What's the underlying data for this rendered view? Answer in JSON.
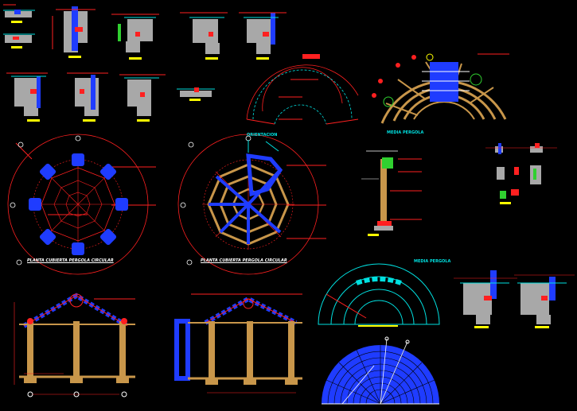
{
  "labels": {
    "orientacion": "ORIENTACION",
    "media_pergola_top": "MEDIA PERGOLA",
    "media_pergola_mid": "MEDIA PERGOLA",
    "planta_cubierta_1": "PLANTA CUBIERTA PERGOLA CIRCULAR",
    "planta_cubierta_2": "PLANTA CUBIERTA PERGOLA CIRCULAR"
  },
  "colors": {
    "background": "#000000",
    "red": "#ff2020",
    "blue": "#1f3cff",
    "cyan": "#00e0e0",
    "yellow": "#ffff00",
    "wood": "#c8964a",
    "gray": "#a8a8a8",
    "white": "#ffffff",
    "green": "#30d030"
  }
}
